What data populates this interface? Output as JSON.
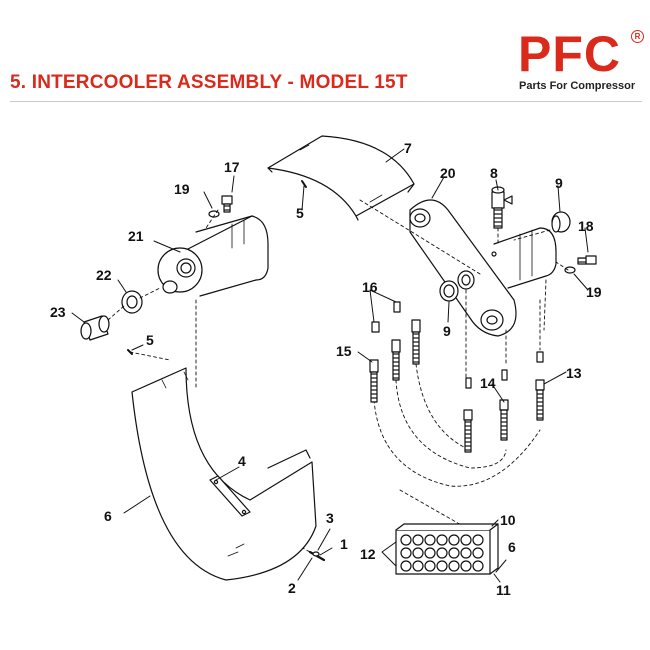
{
  "header": {
    "title": "5. INTERCOOLER ASSEMBLY - MODEL 15T"
  },
  "logo": {
    "letters": "PFC",
    "registered": "R",
    "tagline": "Parts For Compressor",
    "brand_color": "#d92a1c"
  },
  "callouts": {
    "c1": "1",
    "c2": "2",
    "c3": "3",
    "c4": "4",
    "c5a": "5",
    "c5b": "5",
    "c6a": "6",
    "c6b": "6",
    "c7": "7",
    "c8": "8",
    "c9a": "9",
    "c9b": "9",
    "c10": "10",
    "c11": "11",
    "c12": "12",
    "c13": "13",
    "c14": "14",
    "c15": "15",
    "c16": "16",
    "c17": "17",
    "c18": "18",
    "c19a": "19",
    "c19b": "19",
    "c20": "20",
    "c21": "21",
    "c22": "22",
    "c23": "23"
  }
}
